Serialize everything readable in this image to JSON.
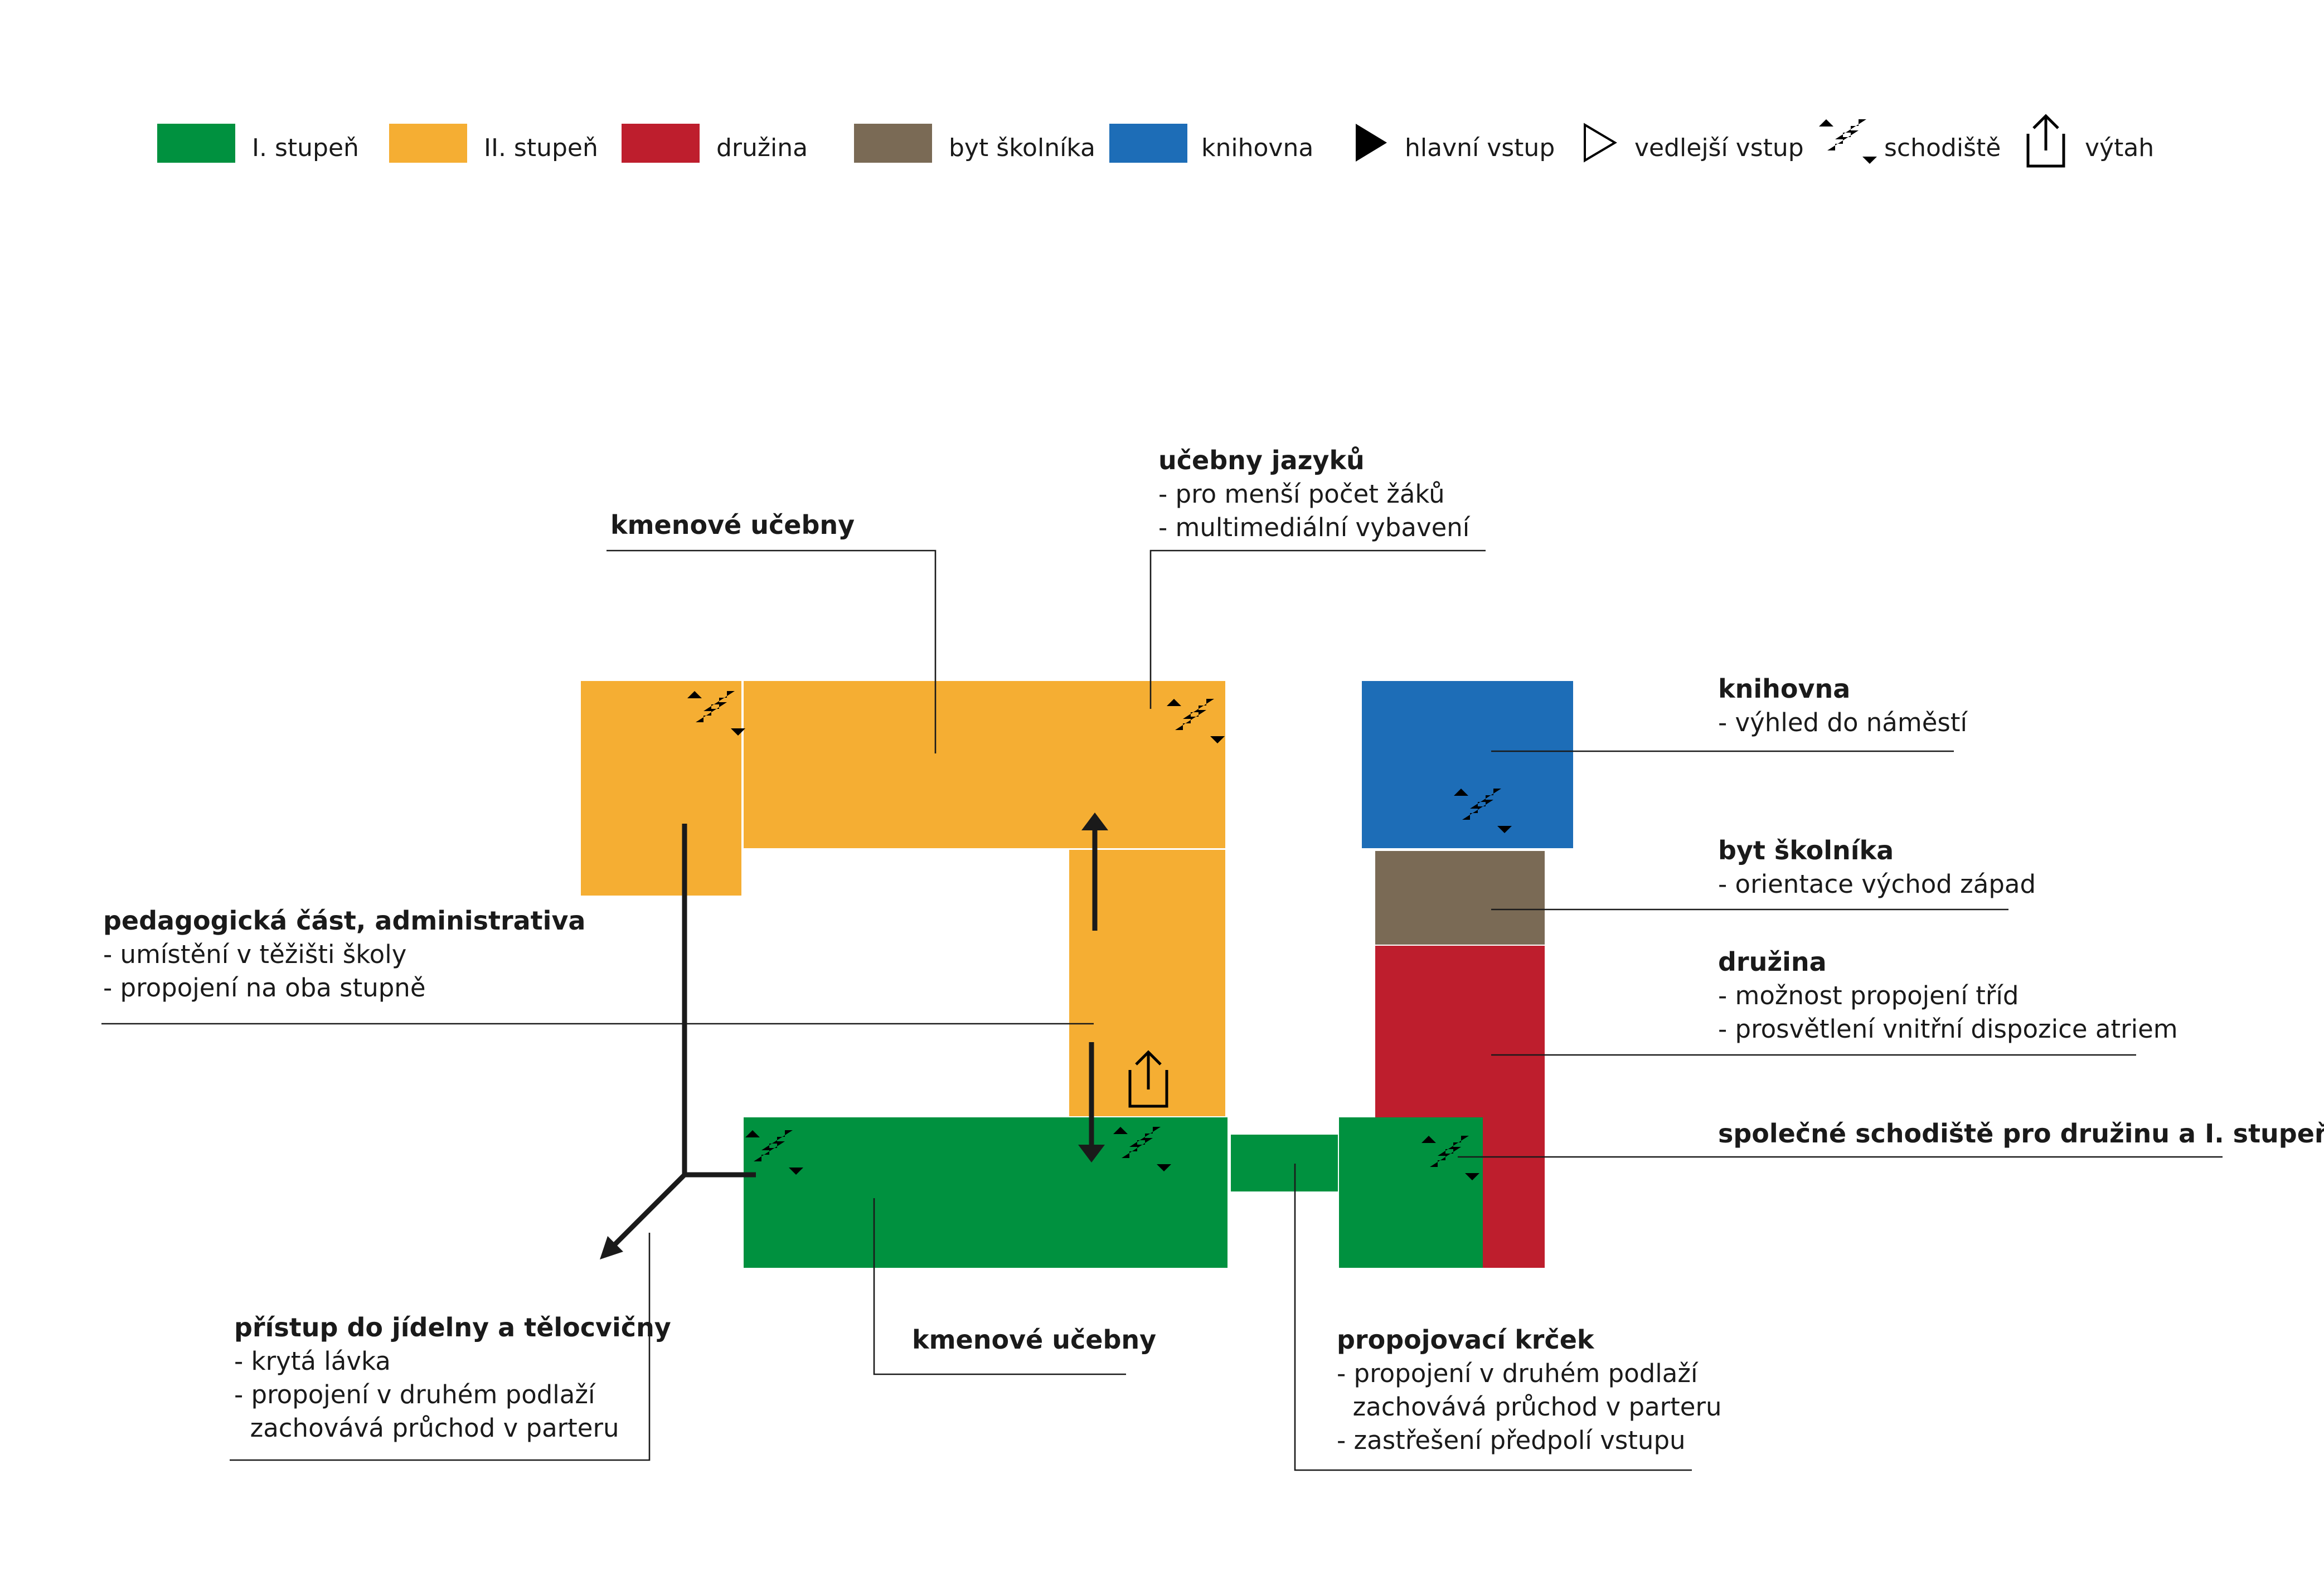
{
  "colors": {
    "stupen1": "#00913f",
    "stupen2": "#f5ae33",
    "druzina": "#be1e2d",
    "byt": "#7a6a55",
    "knihovna": "#1d6db7",
    "ink": "#1a1a1a"
  },
  "legend": {
    "stupen1": "I. stupeň",
    "stupen2": "II. stupeň",
    "druzina": "družina",
    "byt": "byt školníka",
    "knihovna": "knihovna",
    "hlavni_vstup": "hlavní vstup",
    "vedlejsi_vstup": "vedlejší vstup",
    "schodiste": "schodiště",
    "vytah": "výtah"
  },
  "icons": {
    "main_entrance": "filled-triangle-icon",
    "side_entrance": "outline-triangle-icon",
    "stairs": "stairs-icon",
    "elevator": "elevator-icon"
  },
  "labels": {
    "kmenove_top": {
      "title": "kmenové učebny"
    },
    "jazyky": {
      "title": "učebny jazyků",
      "lines": [
        "- pro menší počet žáků",
        "- multimediální vybavení"
      ]
    },
    "pedagogicka": {
      "title": "pedagogická část, administrativa",
      "lines": [
        "- umístění v těžišti školy",
        "- propojení na oba stupně"
      ]
    },
    "knihovna": {
      "title": "knihovna",
      "lines": [
        "- výhled do náměstí"
      ]
    },
    "byt": {
      "title": "byt školníka",
      "lines": [
        "- orientace východ západ"
      ]
    },
    "druzina": {
      "title": "družina",
      "lines": [
        "- možnost propojení tříd",
        "- prosvětlení vnitřní dispozice atriem"
      ]
    },
    "spolecne": {
      "title": "společné schodiště pro družinu a I. stupeň"
    },
    "pristup": {
      "title": "přístup do jídelny a tělocvičny",
      "lines": [
        "- krytá lávka",
        "- propojení v druhém podlaží",
        "  zachovává průchod v parteru"
      ]
    },
    "kmenove_bottom": {
      "title": "kmenové učebny"
    },
    "krcek": {
      "title": "propojovací krček",
      "lines": [
        "- propojení v druhém podlaží",
        "  zachovává průchod v parteru",
        "- zastřešení předpolí vstupu"
      ]
    }
  }
}
